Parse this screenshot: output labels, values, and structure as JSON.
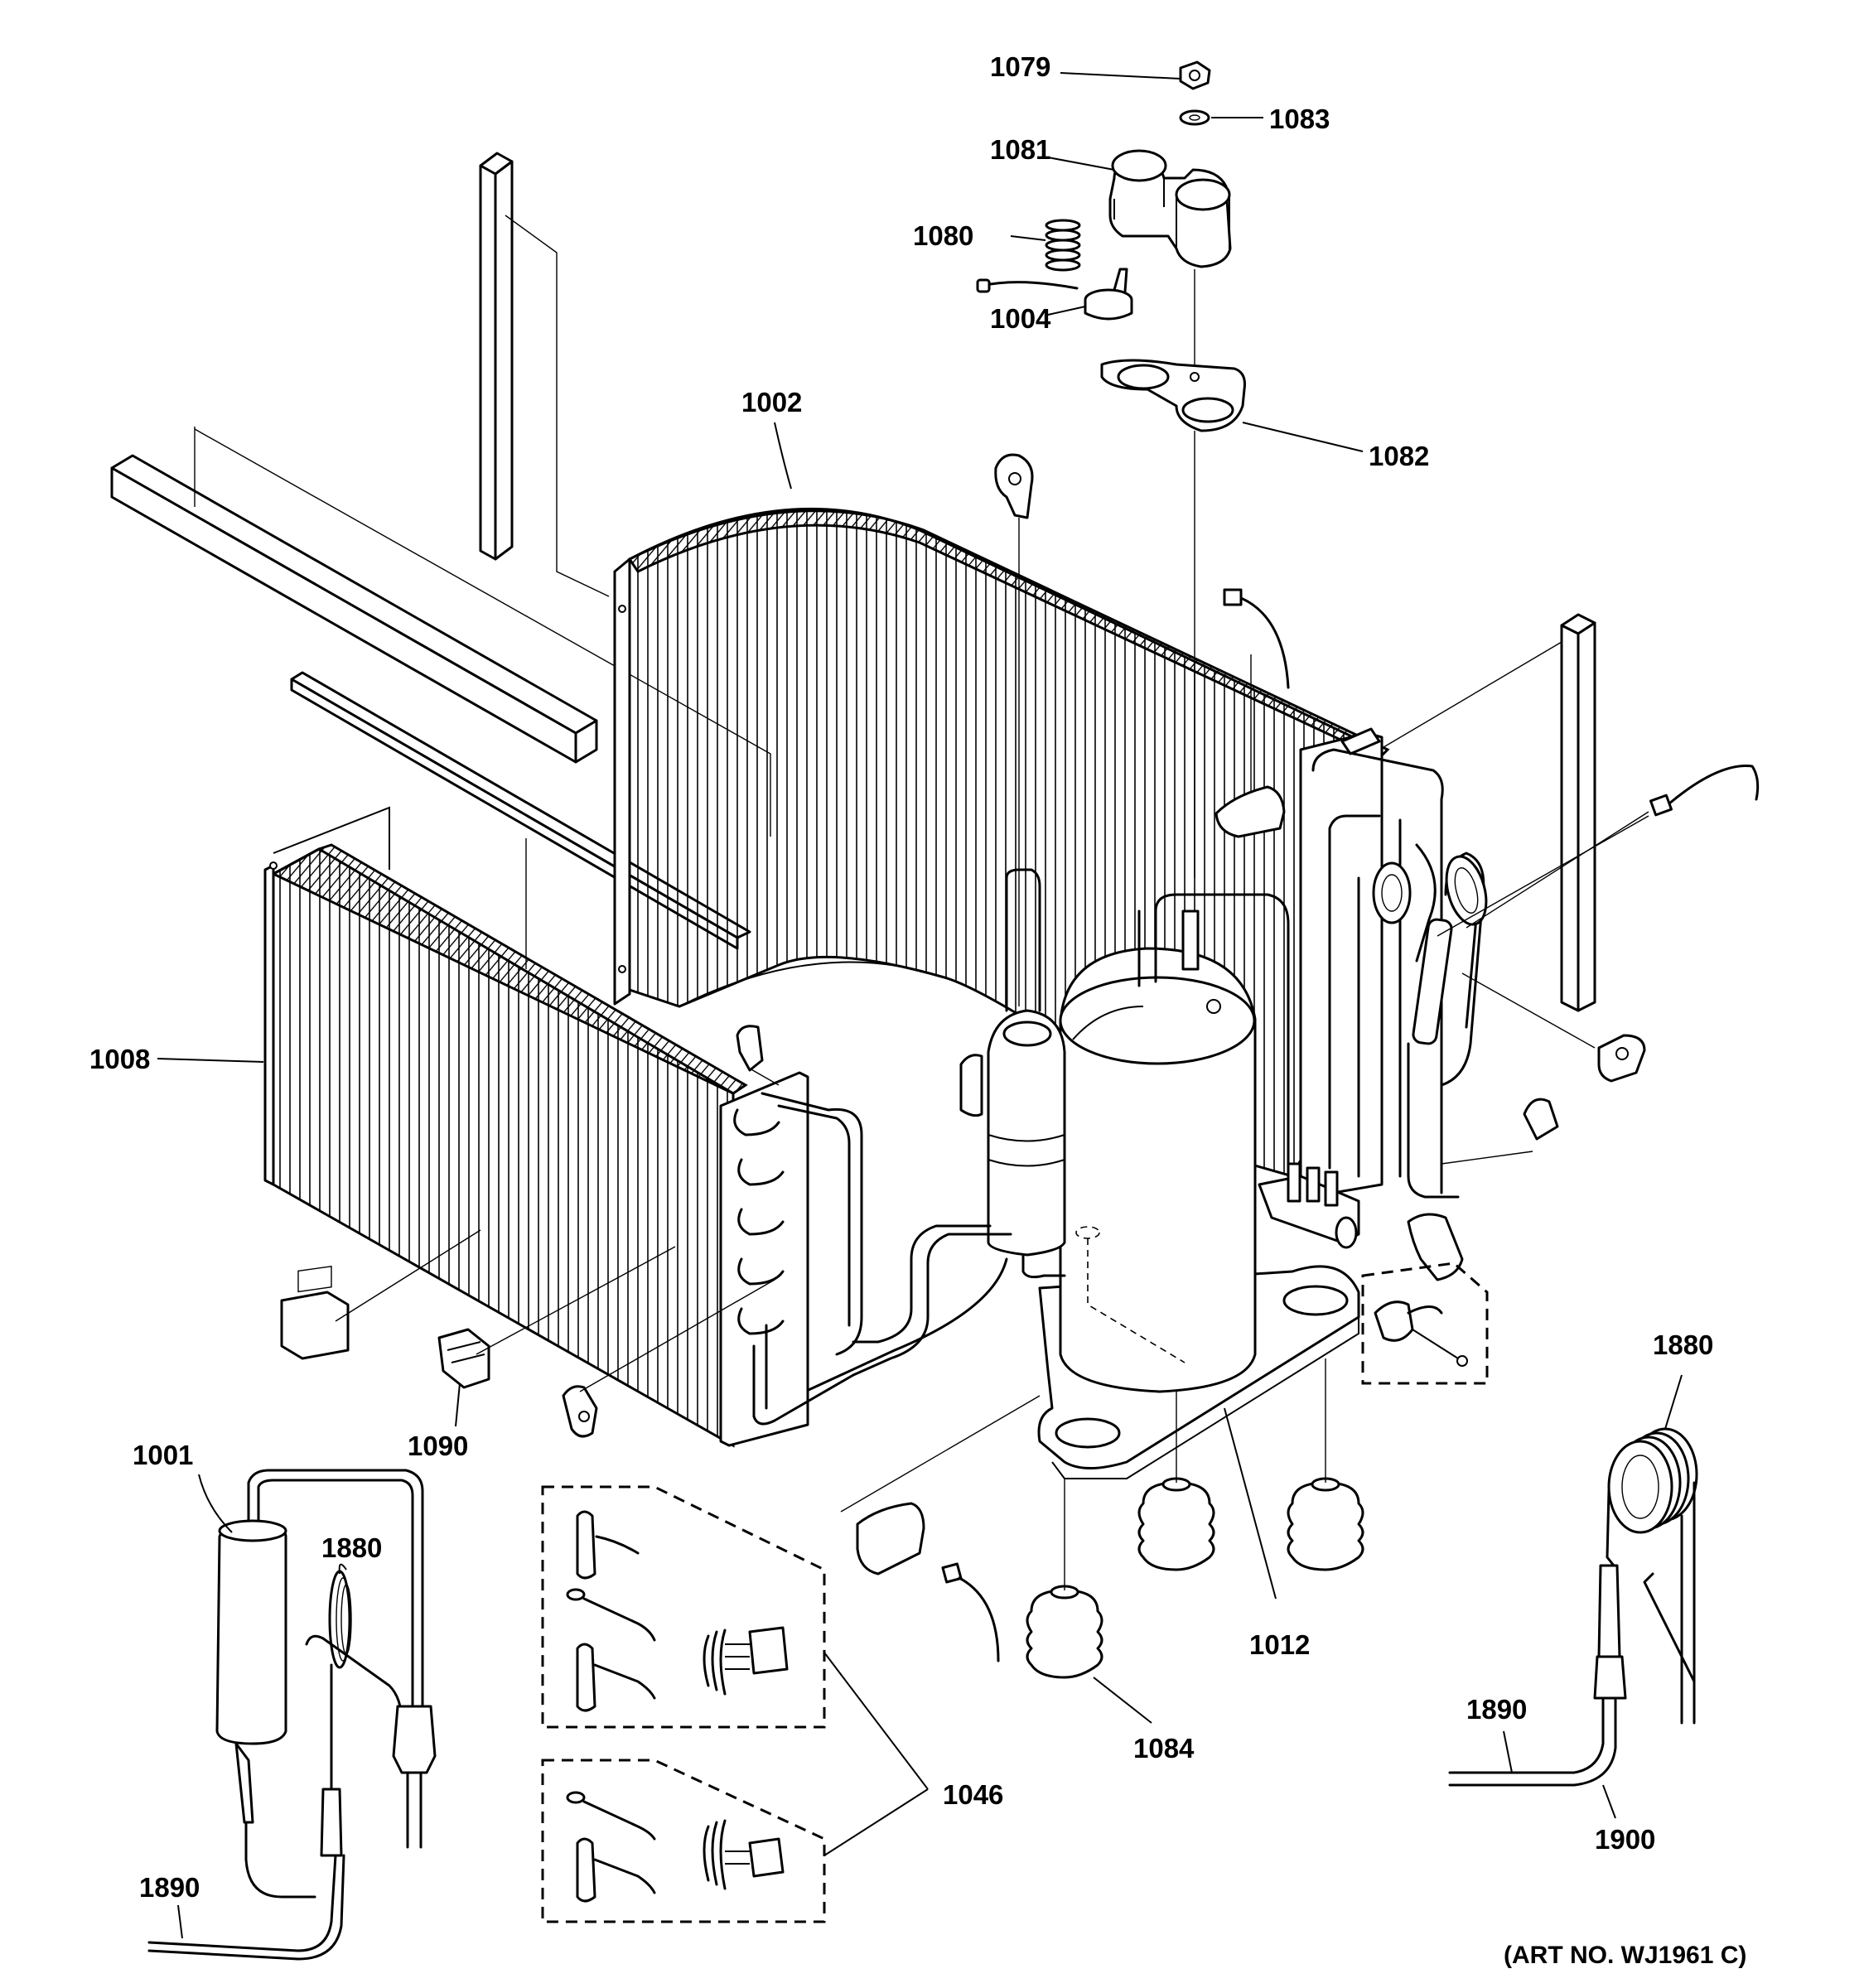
{
  "diagram": {
    "art_number": "(ART NO. WJ1961 C)",
    "callouts": {
      "c1079": "1079",
      "c1083": "1083",
      "c1081": "1081",
      "c1080": "1080",
      "c1004": "1004",
      "c1082": "1082",
      "c1002": "1002",
      "c1008": "1008",
      "c1090": "1090",
      "c1001": "1001",
      "c1880a": "1880",
      "c1890a": "1890",
      "c1046": "1046",
      "c1084": "1084",
      "c1012": "1012",
      "c1880b": "1880",
      "c1890b": "1890",
      "c1900": "1900"
    }
  }
}
